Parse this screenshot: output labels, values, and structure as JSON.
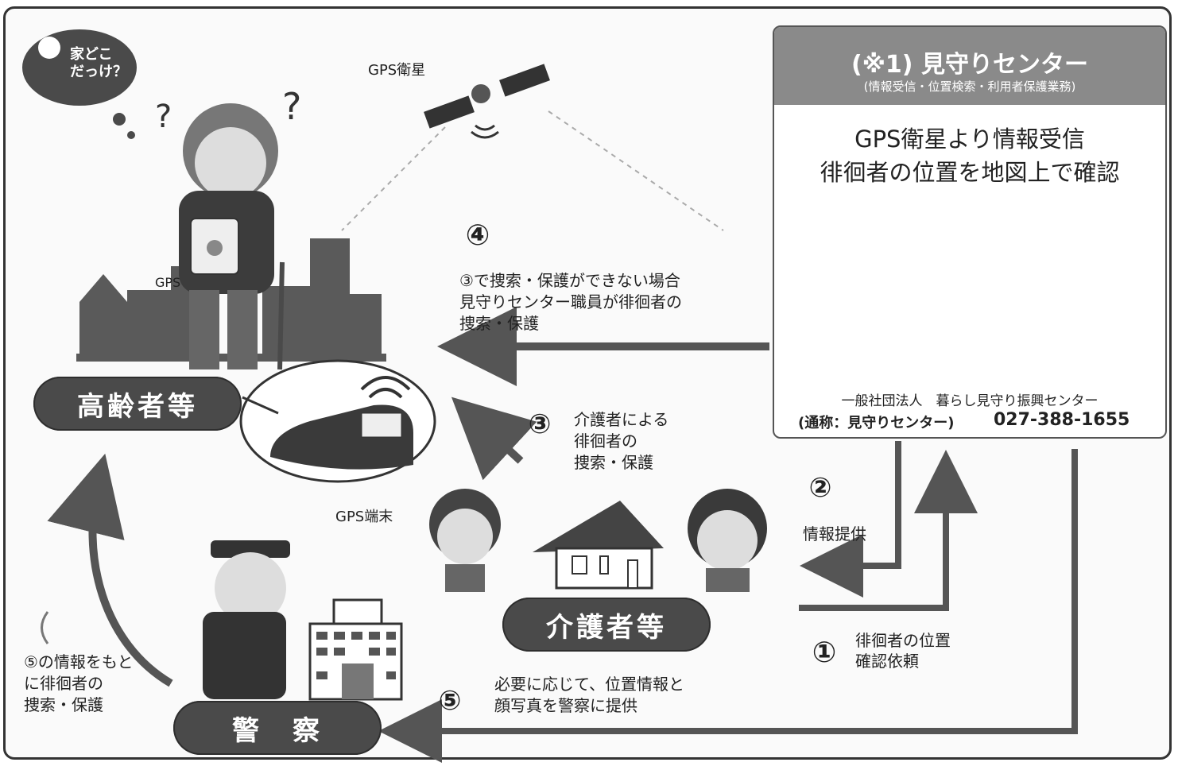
{
  "title": "",
  "labels": {
    "gps_satellite": "GPS衛星",
    "gps_terminal": "GPS端末",
    "gps_on_body": "GPS",
    "bubble": "家どこ\nだっけ？"
  },
  "actors": {
    "elderly": "高齢者等",
    "caregiver": "介護者等",
    "police": "警　察"
  },
  "center": {
    "title": "(※1) 見守りセンター",
    "subtitle": "(情報受信・位置検索・利用者保護業務)",
    "line1": "GPS衛星より情報受信",
    "line2": "徘徊者の位置を地図上で確認",
    "org": "一般社団法人　暮らし見守り振興センター",
    "alias": "(通称：見守りセンター)",
    "phone": "027-388-1655"
  },
  "steps": [
    {
      "num": "①",
      "text": "徘徊者の位置\n確認依頼"
    },
    {
      "num": "②",
      "text": "情報提供"
    },
    {
      "num": "③",
      "text": "介護者による\n徘徊者の\n捜索・保護"
    },
    {
      "num": "④",
      "text": "③で捜索・保護ができない場合\n見守りセンター職員が徘徊者の\n捜索・保護"
    },
    {
      "num": "⑤",
      "text": "必要に応じて、位置情報と\n顔写真を警察に提供"
    }
  ],
  "police_note": "⑤の情報をもと\nに徘徊者の\n捜索・保護",
  "colors": {
    "dark": "#4a4a4a",
    "line": "#555555",
    "head": "#8a8a8a"
  }
}
